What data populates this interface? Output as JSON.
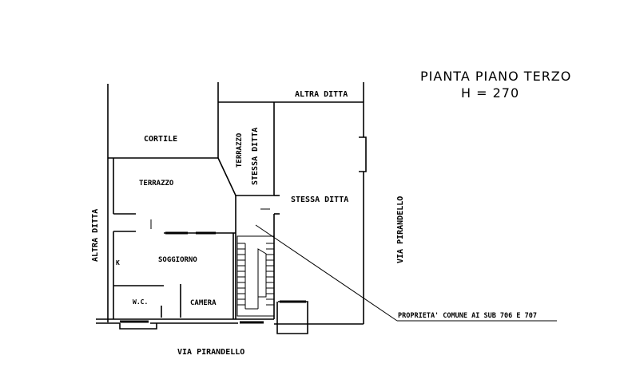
{
  "title": {
    "line1": "PIANTA PIANO TERZO",
    "line2": "H = 270"
  },
  "labels": {
    "altra_ditta_top": "ALTRA DITTA",
    "altra_ditta_left": "ALTRA DITTA",
    "cortile": "CORTILE",
    "terrazzo": "TERRAZZO",
    "terrazzo_stessa_1": "TERRAZZO",
    "terrazzo_stessa_2": "STESSA DITTA",
    "stessa_ditta": "STESSA DITTA",
    "soggiorno": "SOGGIORNO",
    "k": "K",
    "wc": "W.C.",
    "camera": "CAMERA",
    "via_right": "VIA PIRANDELLO",
    "via_bottom": "VIA PIRANDELLO",
    "note": "PROPRIETA' COMUNE AI SUB 706 E 707"
  }
}
